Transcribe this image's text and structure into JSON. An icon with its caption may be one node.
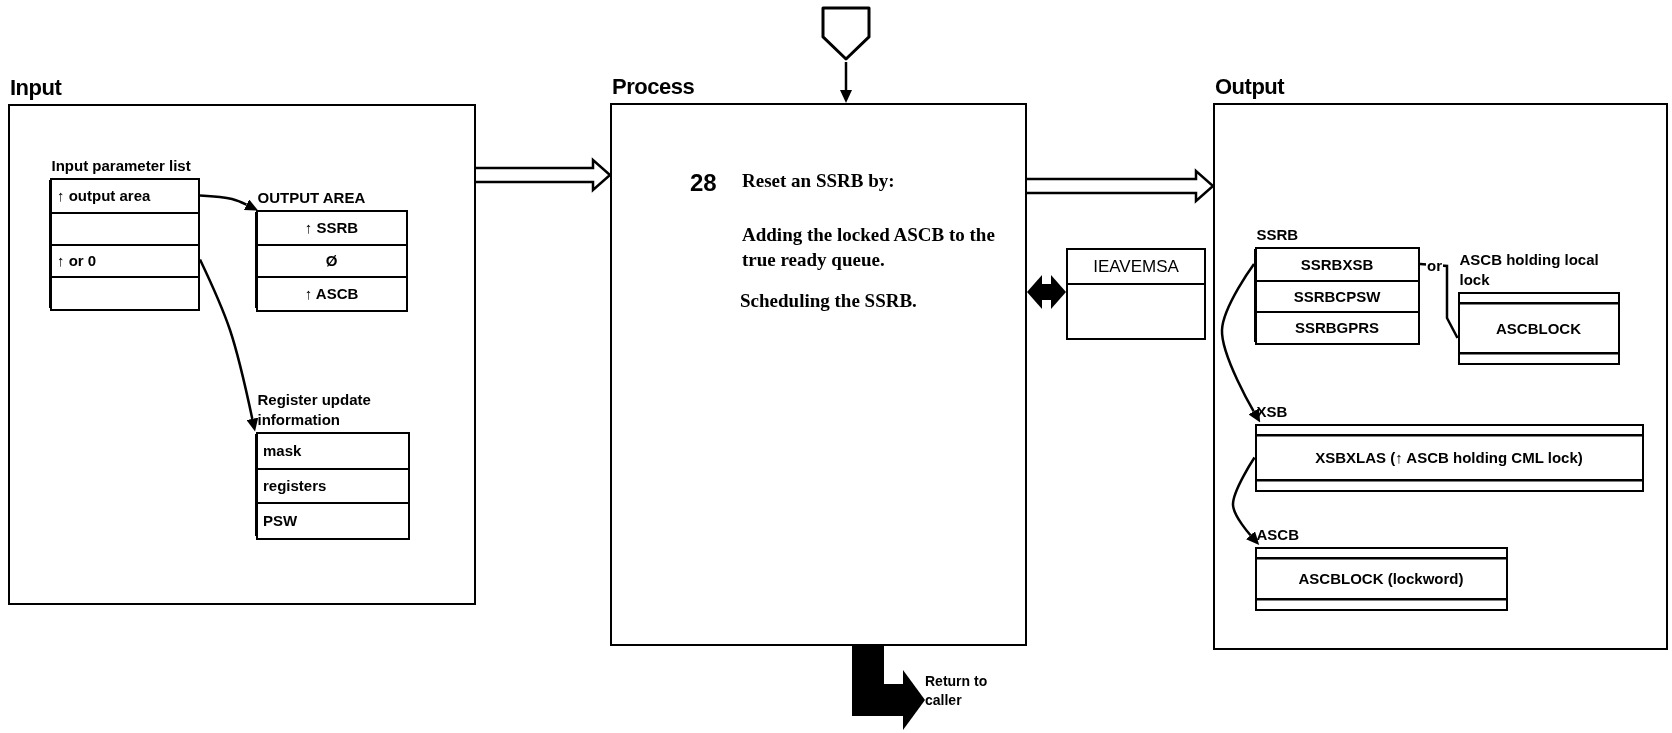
{
  "diagram": {
    "nodes": [
      {
        "text": [
          "Input"
        ]
      },
      {
        "text": [
          "Input parameter list"
        ],
        "in": 0
      },
      {
        "text": [
          "↑ output area"
        ],
        "in": 1
      },
      {
        "text": [],
        "shape": "box",
        "in": 1
      },
      {
        "text": [
          "↑ or 0"
        ],
        "in": 1
      },
      {
        "text": [],
        "shape": "box",
        "in": 1
      },
      {
        "text": [
          "OUTPUT AREA"
        ],
        "in": 0
      },
      {
        "text": [
          "↑ SSRB"
        ],
        "in": 6
      },
      {
        "text": [
          "Ø"
        ],
        "in": 6
      },
      {
        "text": [
          "↑ ASCB"
        ],
        "in": 6
      },
      {
        "text": [
          "Register update information"
        ],
        "in": 0
      },
      {
        "text": [
          "mask"
        ],
        "in": 10
      },
      {
        "text": [
          "registers"
        ],
        "in": 10
      },
      {
        "text": [
          "PSW"
        ],
        "in": 10
      },
      {
        "text": [],
        "shape": "pentagon"
      },
      {
        "text": [
          "Process",
          "28",
          "Reset an SSRB by:",
          "Adding the locked ASCB to the true ready queue.",
          "Scheduling the SSRB."
        ]
      },
      {
        "text": [
          "IEAVEMSA"
        ]
      },
      {
        "text": [
          "Return to caller"
        ]
      },
      {
        "text": [
          "Output"
        ]
      },
      {
        "text": [
          "SSRB"
        ],
        "in": 18
      },
      {
        "text": [
          "SSRBXSB"
        ],
        "in": 19
      },
      {
        "text": [
          "SSRBCPSW"
        ],
        "in": 19
      },
      {
        "text": [
          "SSRBGPRS"
        ],
        "in": 19
      },
      {
        "text": [
          "ASCB holding local lock",
          "ASCBLOCK"
        ],
        "in": 18
      },
      {
        "text": [
          "XSB",
          "XSBXLAS (↑ ASCB holding CML lock)"
        ],
        "in": 18
      },
      {
        "text": [
          "ASCB",
          "ASCBLOCK (lockword)"
        ],
        "in": 18
      }
    ],
    "edges": [
      {
        "from": 2,
        "to": 6,
        "arrow": "to"
      },
      {
        "from": 4,
        "to": 10,
        "arrow": "to"
      },
      {
        "from": 0,
        "to": 15,
        "arrow": "to",
        "style": "thick"
      },
      {
        "from": 14,
        "to": 15,
        "arrow": "to"
      },
      {
        "from": 15,
        "to": 18,
        "arrow": "to",
        "style": "thick"
      },
      {
        "from": 15,
        "to": 16,
        "arrow": "both",
        "style": "thick"
      },
      {
        "from": 15,
        "to": 17,
        "arrow": "to",
        "style": "thick"
      },
      {
        "from": 20,
        "to": 24,
        "arrow": "to"
      },
      {
        "from": 24,
        "to": 25,
        "arrow": "to"
      },
      {
        "from": 20,
        "to": 23,
        "arrow": "none",
        "label": "or"
      }
    ]
  }
}
